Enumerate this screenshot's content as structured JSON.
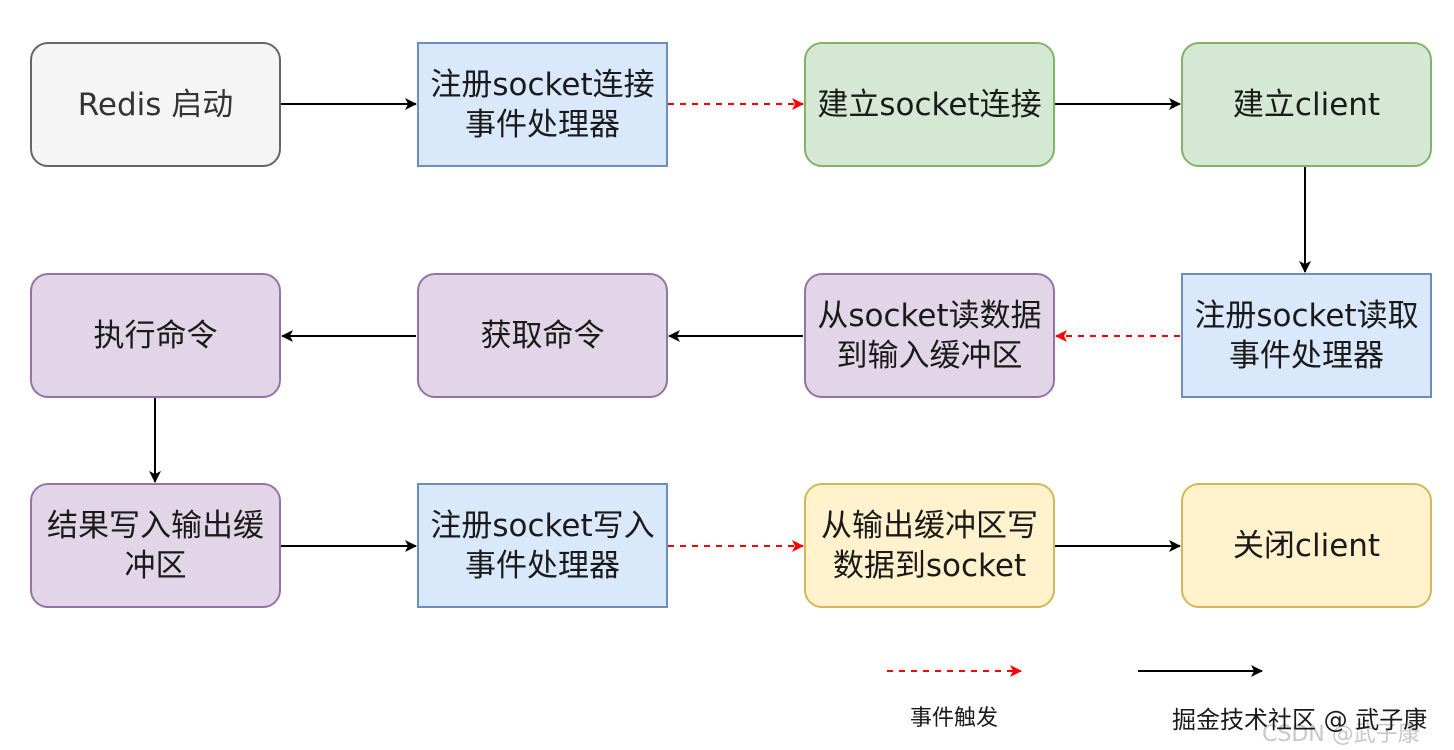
{
  "nodes": {
    "redis_start": "Redis 启动",
    "register_connect_handler": "注册socket连接\n事件处理器",
    "establish_socket": "建立socket连接",
    "establish_client": "建立client",
    "register_read_handler": "注册socket读取\n事件处理器",
    "read_to_input_buffer": "从socket读数据\n到输入缓冲区",
    "get_command": "获取命令",
    "execute_command": "执行命令",
    "write_result_output_buffer": "结果写入输出缓\n冲区",
    "register_write_handler": "注册socket写入\n事件处理器",
    "write_output_to_socket": "从输出缓冲区写\n数据到socket",
    "close_client": "关闭client"
  },
  "legend": {
    "event_trigger": "事件触发"
  },
  "watermark": {
    "text": "掘金技术社区 @ 武子康",
    "ghost": "CSDN @武子康"
  },
  "colors": {
    "gray_fill": "#f5f5f5",
    "blue_fill": "#dae8fc",
    "green_fill": "#d5e8d4",
    "purple_fill": "#e1d5e7",
    "yellow_fill": "#fff2cc",
    "event_arrow": "#ff0000",
    "flow_arrow": "#000000"
  }
}
